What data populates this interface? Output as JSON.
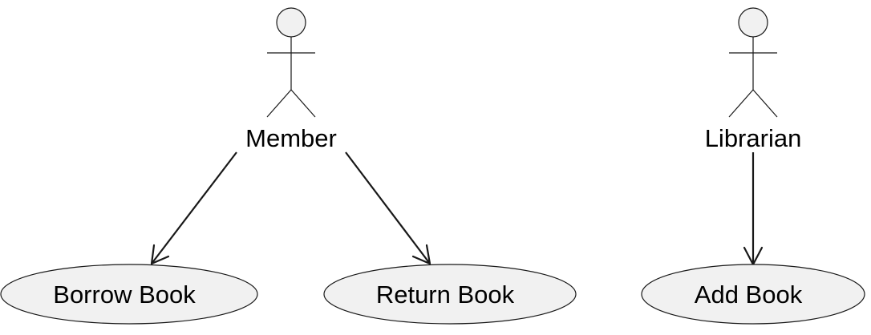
{
  "diagram": {
    "actors": {
      "member": "Member",
      "librarian": "Librarian"
    },
    "use_cases": {
      "borrow_book": "Borrow Book",
      "return_book": "Return Book",
      "add_book": "Add Book"
    },
    "relations": [
      {
        "from": "Member",
        "to": "Borrow Book"
      },
      {
        "from": "Member",
        "to": "Return Book"
      },
      {
        "from": "Librarian",
        "to": "Add Book"
      }
    ],
    "colors": {
      "fill": "#f1f1f1",
      "stroke": "#181818",
      "text": "#000000"
    }
  }
}
